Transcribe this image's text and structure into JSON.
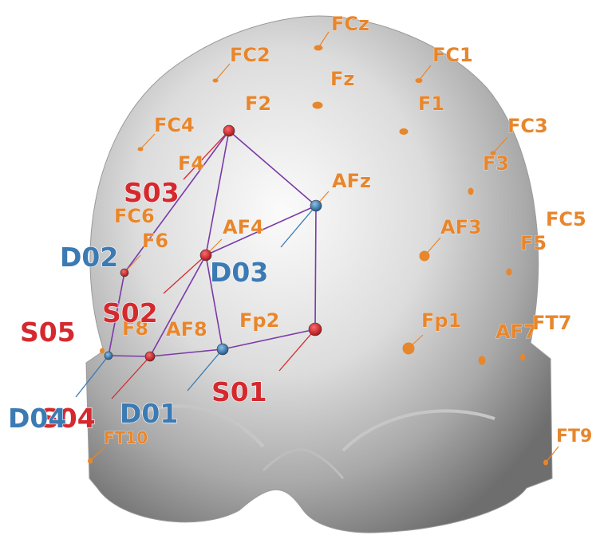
{
  "figure": {
    "electrode_labels": [
      "FCz",
      "FC2",
      "FC1",
      "Fz",
      "F2",
      "F1",
      "FC4",
      "FC3",
      "F4",
      "F3",
      "AFz",
      "FC6",
      "FC5",
      "F6",
      "AF4",
      "AF3",
      "F5",
      "Fp2",
      "Fp1",
      "F8",
      "AF8",
      "AF7",
      "FT7",
      "FT10",
      "FT9"
    ],
    "sources": [
      "S01",
      "S02",
      "S03",
      "S04",
      "S05"
    ],
    "detectors": [
      "D01",
      "D02",
      "D03",
      "D04"
    ],
    "colors": {
      "electrode": "#e8862c",
      "source": "#d42a2f",
      "detector": "#3b7ab3",
      "channel": "#7a3aa8",
      "head": "#e6e6e6"
    }
  }
}
